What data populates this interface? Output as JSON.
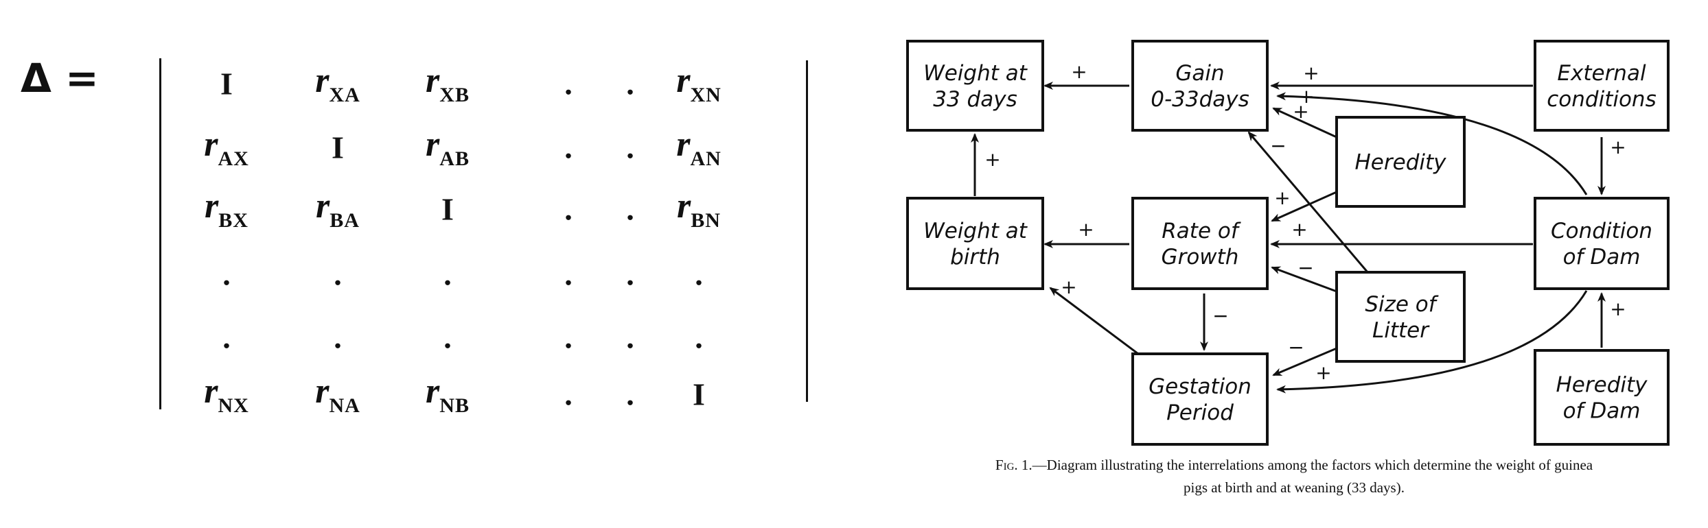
{
  "equation": {
    "lhs": "Δ =",
    "rows": [
      [
        {
          "b": "I"
        },
        {
          "r": "r",
          "s": "XA"
        },
        {
          "r": "r",
          "s": "XB"
        },
        {
          "b": "."
        },
        {
          "b": "."
        },
        {
          "r": "r",
          "s": "XN"
        }
      ],
      [
        {
          "r": "r",
          "s": "AX"
        },
        {
          "b": "I"
        },
        {
          "r": "r",
          "s": "AB"
        },
        {
          "b": "."
        },
        {
          "b": "."
        },
        {
          "r": "r",
          "s": "AN"
        }
      ],
      [
        {
          "r": "r",
          "s": "BX"
        },
        {
          "r": "r",
          "s": "BA"
        },
        {
          "b": "I"
        },
        {
          "b": "."
        },
        {
          "b": "."
        },
        {
          "r": "r",
          "s": "BN"
        }
      ],
      [
        {
          "b": "."
        },
        {
          "b": "."
        },
        {
          "b": "."
        },
        {
          "b": "."
        },
        {
          "b": "."
        },
        {
          "b": "."
        }
      ],
      [
        {
          "b": "."
        },
        {
          "b": "."
        },
        {
          "b": "."
        },
        {
          "b": "."
        },
        {
          "b": "."
        },
        {
          "b": "."
        }
      ],
      [
        {
          "r": "r",
          "s": "NX"
        },
        {
          "r": "r",
          "s": "NA"
        },
        {
          "r": "r",
          "s": "NB"
        },
        {
          "b": "."
        },
        {
          "b": "."
        },
        {
          "b": "I"
        }
      ]
    ]
  },
  "diagram": {
    "boxes": {
      "weight33": [
        "Weight at",
        "33 days"
      ],
      "gain": [
        "Gain",
        "0-33days"
      ],
      "external": [
        "External",
        "conditions"
      ],
      "heredity": [
        "Heredity"
      ],
      "weightbirth": [
        "Weight at",
        "birth"
      ],
      "rate": [
        "Rate of",
        "Growth"
      ],
      "condition": [
        "Condition",
        "of Dam"
      ],
      "litter": [
        "Size of",
        "Litter"
      ],
      "gestation": [
        "Gestation",
        "Period"
      ],
      "hereditydam": [
        "Heredity",
        "of Dam"
      ]
    },
    "signs": {
      "gain_w33": "+",
      "ext_gain": "+",
      "cond_gain": "+",
      "her_gain": "+",
      "lit_gain": "−",
      "wb_w33": "+",
      "her_rate": "+",
      "cond_rate": "+",
      "lit_rate": "−",
      "rate_wb": "+",
      "rate_gest": "−",
      "gest_wb": "+",
      "lit_gest": "−",
      "cond_gest": "+",
      "ext_cond": "+",
      "hd_cond": "+"
    }
  },
  "caption": {
    "fig": "Fig. 1.",
    "line1": "—Diagram illustrating the interrelations among the factors which determine the weight of guinea",
    "line2": "pigs at birth and at weaning (33 days)."
  }
}
